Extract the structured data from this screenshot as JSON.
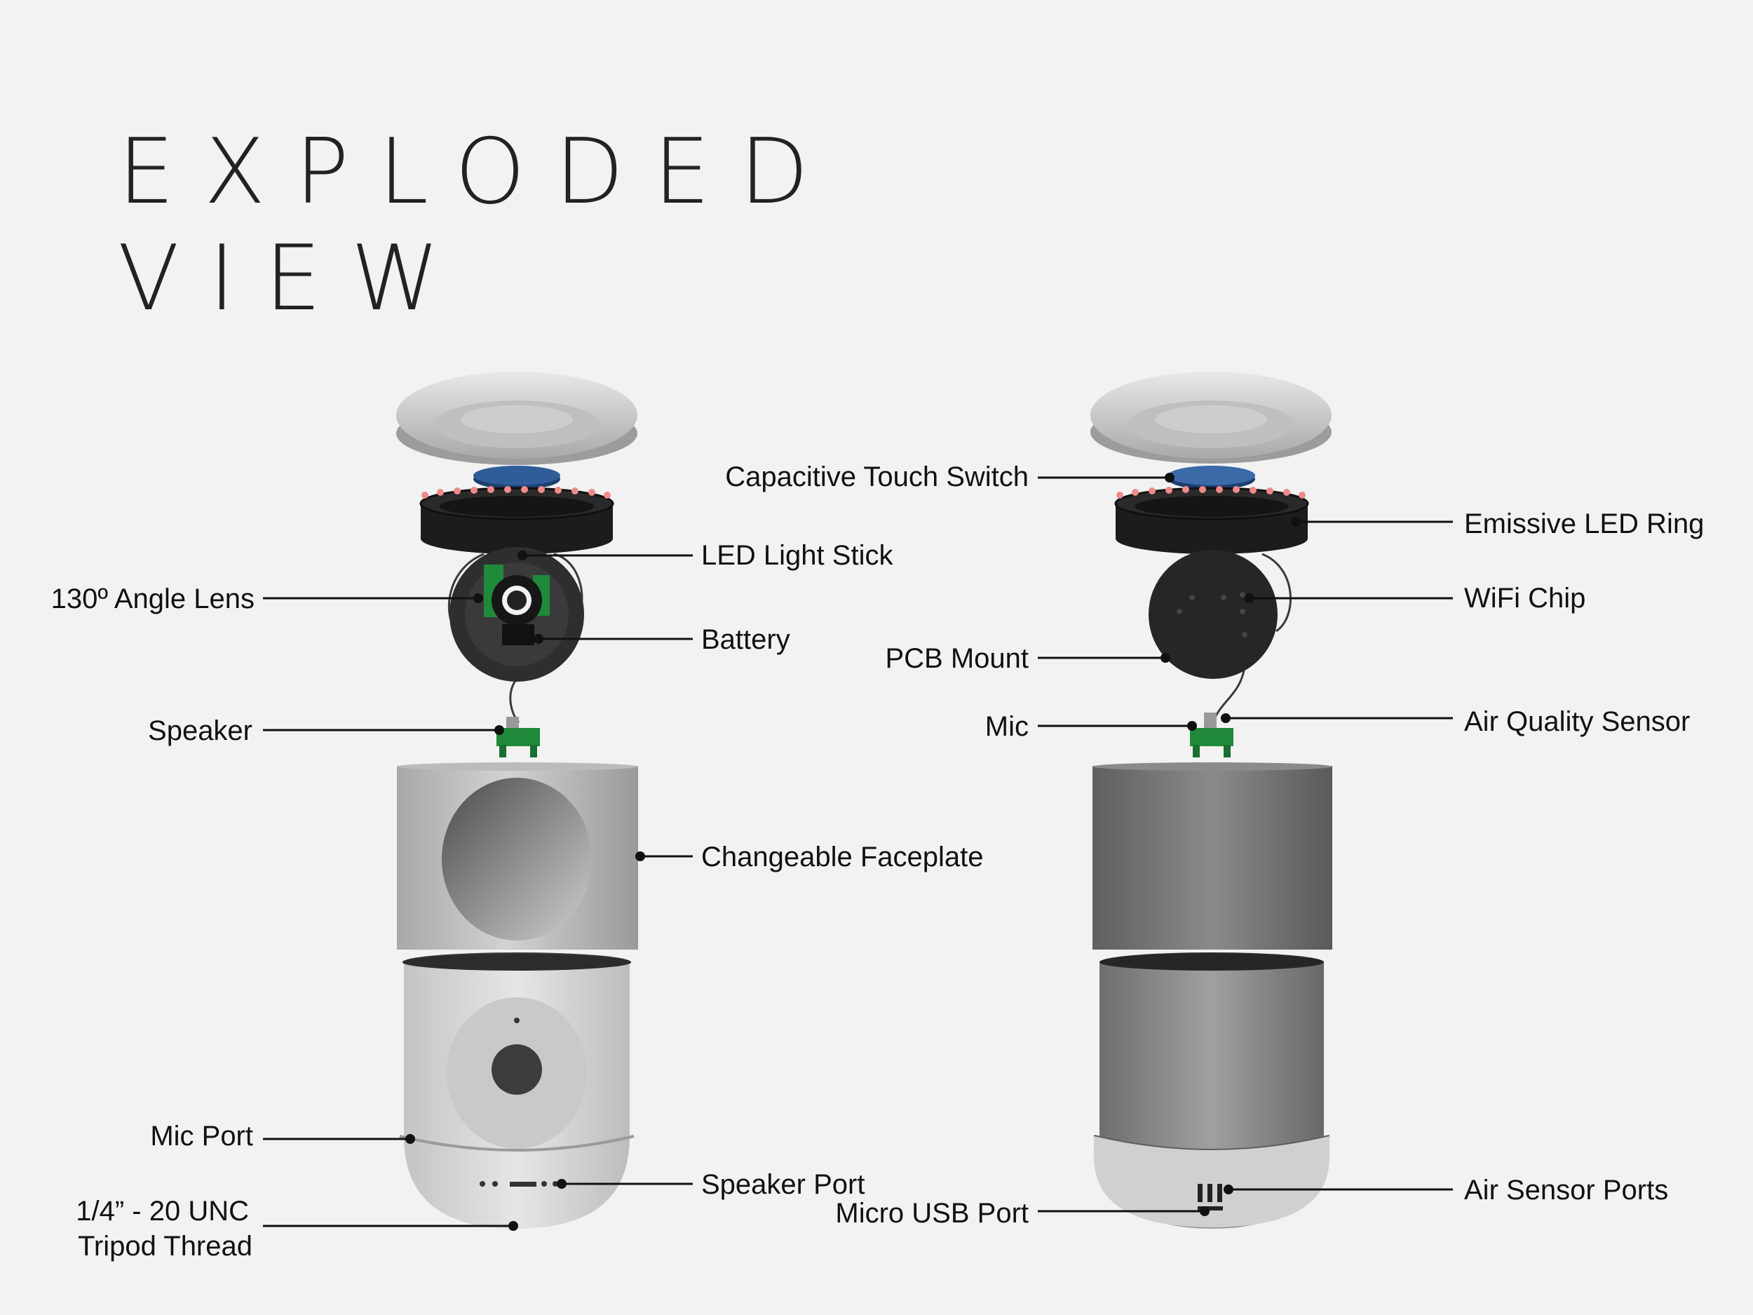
{
  "title": {
    "line1": "EXPLODED",
    "line2": "VIEW"
  },
  "labels": {
    "capacitive_touch_switch": "Capacitive Touch Switch",
    "led_light_stick": "LED Light Stick",
    "angle_lens": "130º Angle Lens",
    "battery": "Battery",
    "speaker": "Speaker",
    "changeable_faceplate": "Changeable Faceplate",
    "mic_port": "Mic Port",
    "speaker_port": "Speaker Port",
    "tripod_thread_line1": "1/4” - 20 UNC",
    "tripod_thread_line2": "Tripod Thread",
    "micro_usb_port": "Micro USB Port",
    "emissive_led_ring": "Emissive LED Ring",
    "wifi_chip": "WiFi Chip",
    "pcb_mount": "PCB Mount",
    "mic": "Mic",
    "air_quality_sensor": "Air Quality Sensor",
    "air_sensor_ports": "Air Sensor Ports"
  },
  "colors": {
    "background": "#f2f2f2",
    "text": "#111111",
    "shell_light": "#d8d8d8",
    "shell_dark": "#777777",
    "led_ring": "#1c1c1c",
    "led_glow": "#f08a8a",
    "touch_switch": "#2f5d9a",
    "pcb_green": "#1f8a3a"
  }
}
